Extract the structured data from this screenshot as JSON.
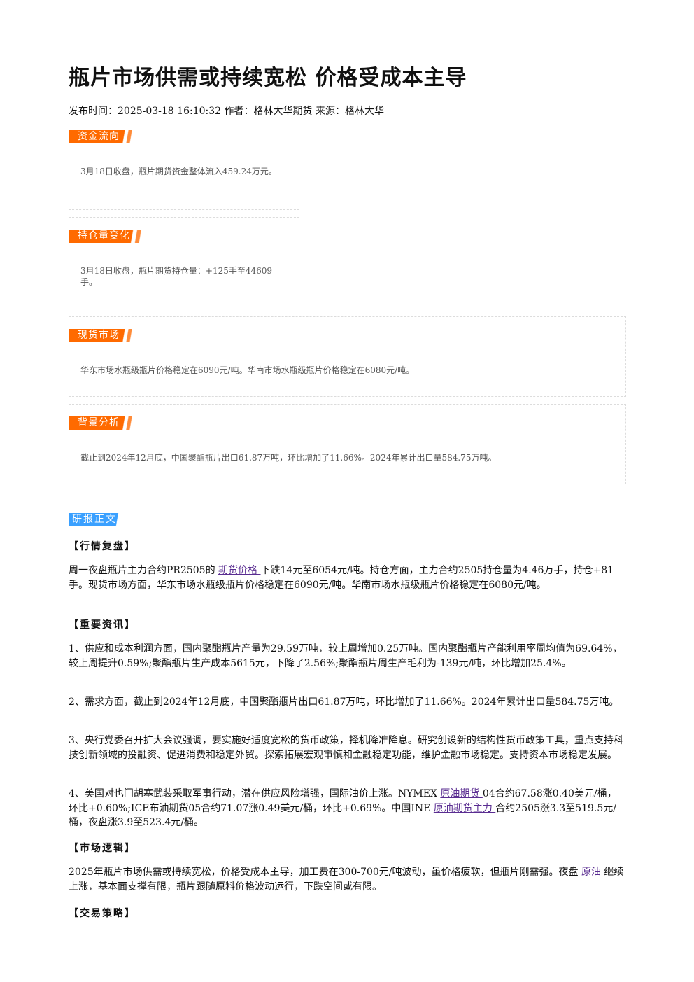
{
  "article": {
    "title": "瓶片市场供需或持续宽松 价格受成本主导",
    "meta": "发布时间：2025-03-18 16:10:32 作者：格林大华期货 来源：格林大华"
  },
  "cards": {
    "fund_flow": {
      "label": "资金流向",
      "text": "3月18日收盘，瓶片期货资金整体流入459.24万元。"
    },
    "position": {
      "label": "持仓量变化",
      "text": "3月18日收盘，瓶片期货持仓量：+125手至44609手。"
    },
    "spot": {
      "label": "现货市场",
      "text": "华东市场水瓶级瓶片价格稳定在6090元/吨。华南市场水瓶级瓶片价格稳定在6080元/吨。"
    },
    "background": {
      "label": "背景分析",
      "text": "截止到2024年12月底，中国聚酯瓶片出口61.87万吨，环比增加了11.66%。2024年累计出口量584.75万吨。"
    }
  },
  "report": {
    "label": "研报正文",
    "market_review": {
      "heading": "【行情复盘】",
      "p1_a": "周一夜盘瓶片主力合约PR2505的 ",
      "p1_link": "期货价格 ",
      "p1_b": "下跌14元至6054元/吨。持仓方面，主力合约2505持仓量为4.46万手，持仓+81手。现货市场方面，华东市场水瓶级瓶片价格稳定在6090元/吨。华南市场水瓶级瓶片价格稳定在6080元/吨。"
    },
    "news": {
      "heading": "【重要资讯】",
      "item1": "1、供应和成本利润方面，国内聚酯瓶片产量为29.59万吨，较上周增加0.25万吨。国内聚酯瓶片产能利用率周均值为69.64%，较上周提升0.59%;聚酯瓶片生产成本5615元，下降了2.56%;聚酯瓶片周生产毛利为-139元/吨，环比增加25.4%。",
      "item2": "2、需求方面，截止到2024年12月底，中国聚酯瓶片出口61.87万吨，环比增加了11.66%。2024年累计出口量584.75万吨。",
      "item3": "3、央行党委召开扩大会议强调，要实施好适度宽松的货币政策，择机降准降息。研究创设新的结构性货币政策工具，重点支持科技创新领域的投融资、促进消费和稳定外贸。探索拓展宏观审慎和金融稳定功能，维护金融市场稳定。支持资本市场稳定发展。",
      "item4_a": "4、美国对也门胡塞武装采取军事行动，潜在供应风险增强，国际油价上涨。NYMEX ",
      "item4_link1": "原油期货 ",
      "item4_b": "04合约67.58涨0.40美元/桶，环比+0.60%;ICE布油期货05合约71.07涨0.49美元/桶，环比+0.69%。中国INE ",
      "item4_link2": "原油期货主力 ",
      "item4_c": "合约2505涨3.3至519.5元/桶，夜盘涨3.9至523.4元/桶。"
    },
    "logic": {
      "heading": "【市场逻辑】",
      "p_a": "2025年瓶片市场供需或持续宽松，价格受成本主导，加工费在300-700元/吨波动，虽价格疲软，但瓶片刚需强。夜盘 ",
      "p_link": "原油 ",
      "p_b": "继续上涨，基本面支撑有限，瓶片跟随原料价格波动运行，下跌空间或有限。"
    },
    "strategy": {
      "heading": "【交易策略】"
    }
  }
}
